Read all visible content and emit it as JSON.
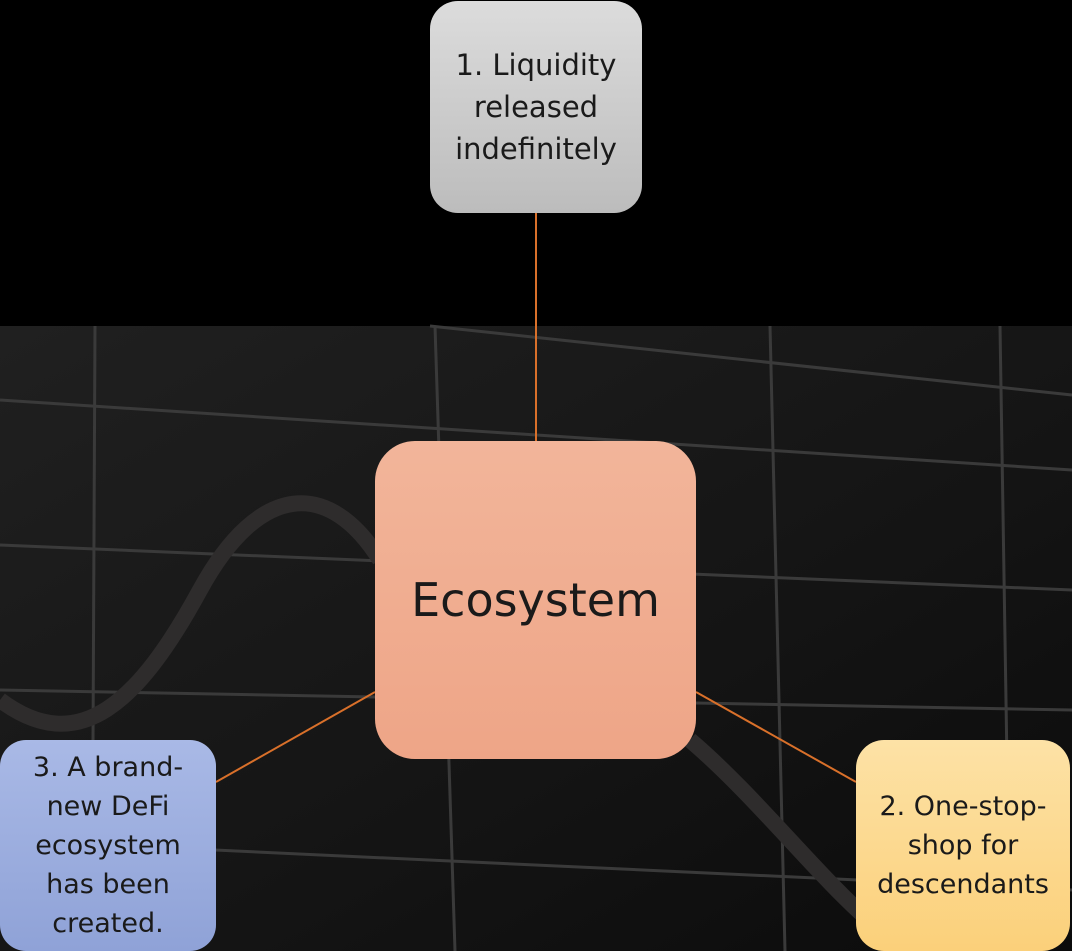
{
  "center": {
    "label": "Ecosystem"
  },
  "nodes": [
    {
      "id": "top",
      "label": "1. Liquidity\nreleased\nindefinitely"
    },
    {
      "id": "right",
      "label": "2. One-stop-\nshop for\ndescendants"
    },
    {
      "id": "left",
      "label": "3. A brand-\nnew DeFi\necosystem\nhas been\ncreated."
    }
  ],
  "colors": {
    "connector": "#d9702a",
    "top_node": "#cfcfcf",
    "center_node": "#f0ad8f",
    "right_node": "#fcd98c",
    "left_node": "#9cadde"
  }
}
